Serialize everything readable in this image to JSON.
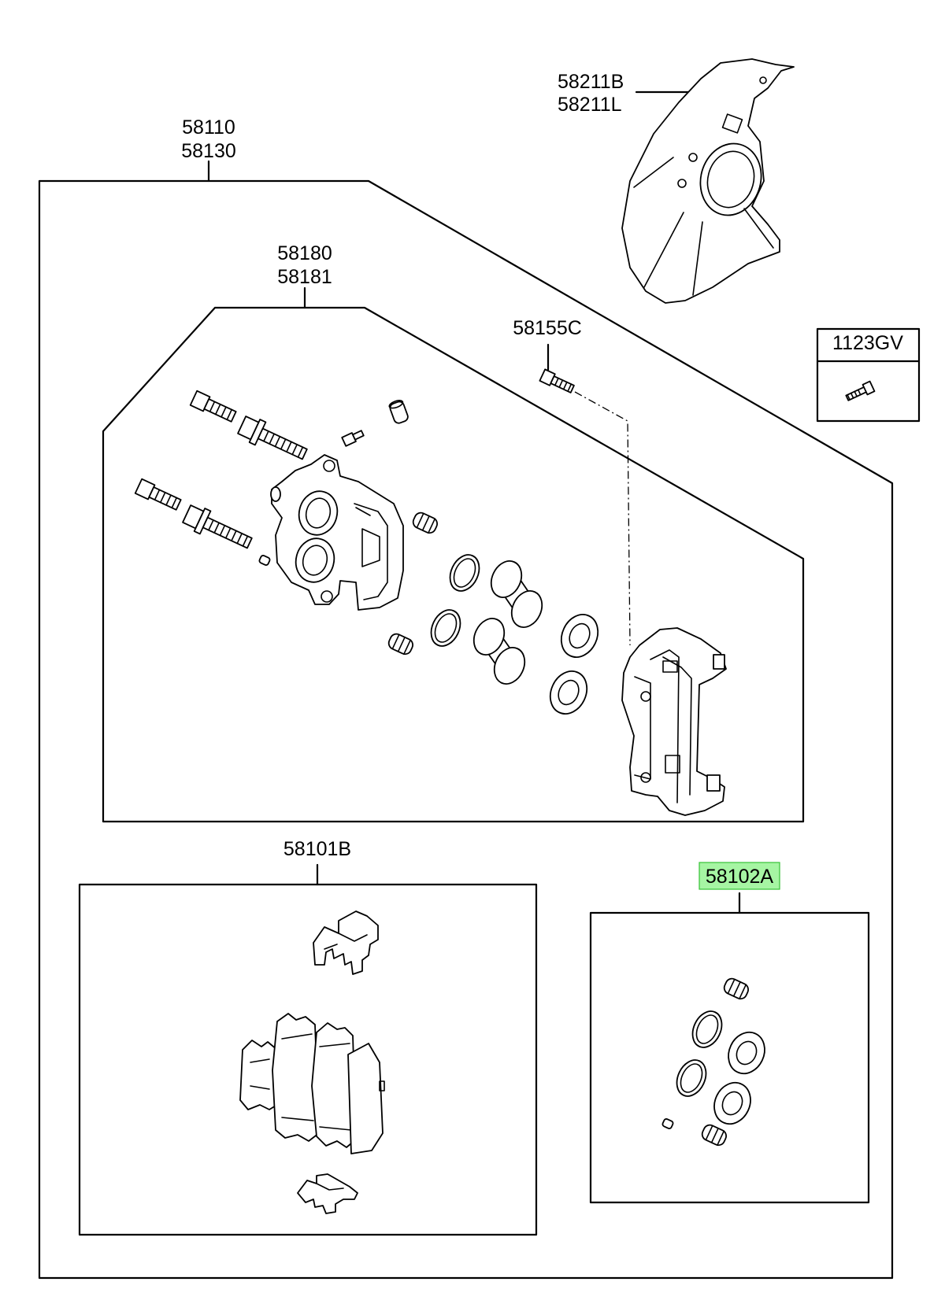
{
  "labels": {
    "caliper_assy": [
      "58110",
      "58130"
    ],
    "dust_cover": [
      "58211B",
      "58211L"
    ],
    "caliper_body": [
      "58180",
      "58181"
    ],
    "bolt_58155c": "58155C",
    "bolt_1123gv": "1123GV",
    "pad_kit": "58101B",
    "seal_kit": "58102A"
  },
  "highlight": {
    "part": "58102A",
    "color": "#a6f5a3"
  }
}
